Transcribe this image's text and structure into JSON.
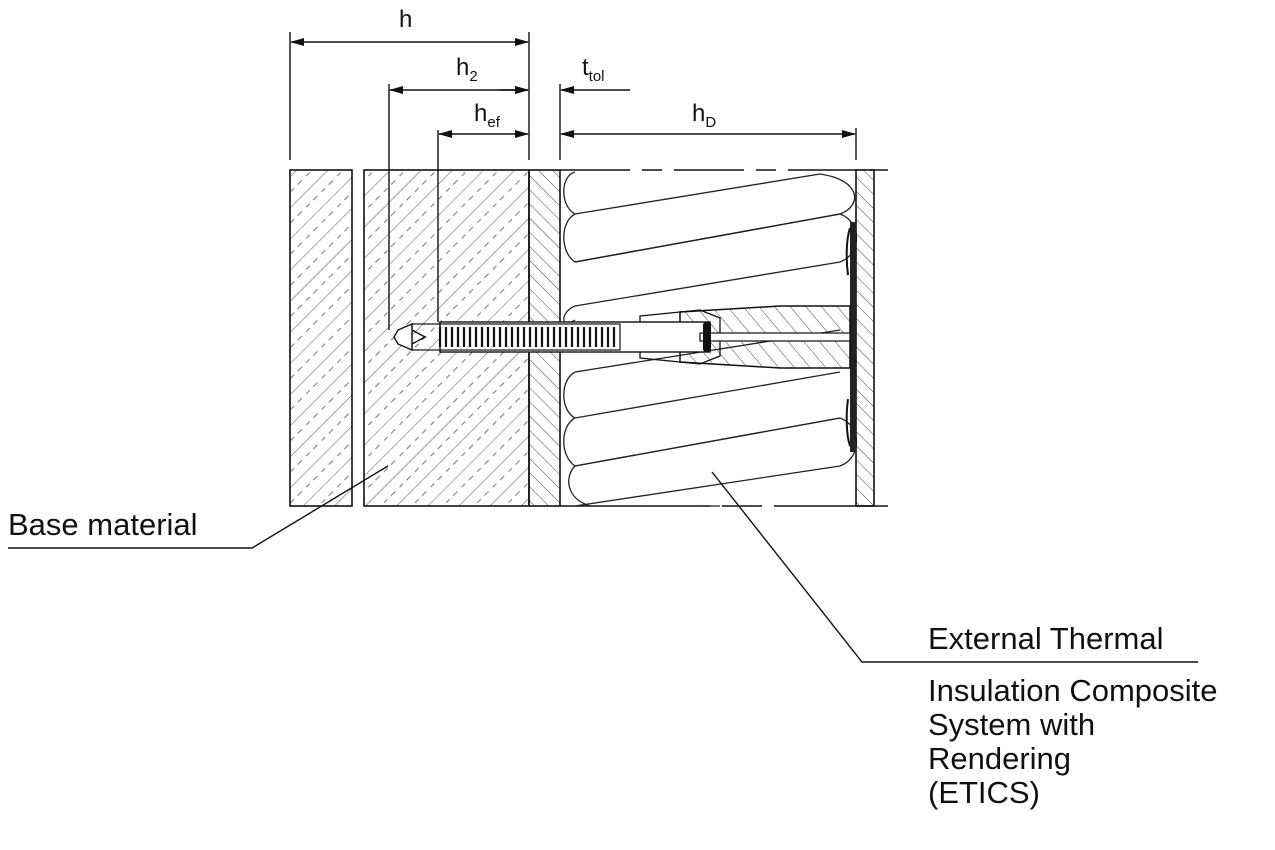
{
  "diagram": {
    "dimensions": {
      "h": {
        "main": "h",
        "sub": ""
      },
      "h2": {
        "main": "h",
        "sub": "2"
      },
      "h_ef": {
        "main": "h",
        "sub": "ef"
      },
      "t_tol": {
        "main": "t",
        "sub": "tol"
      },
      "h_D": {
        "main": "h",
        "sub": "D"
      }
    },
    "callouts": {
      "base_material": "Base material",
      "etics_line1": "External Thermal",
      "etics_line2": "Insulation Composite",
      "etics_line3": "System with",
      "etics_line4": "Rendering",
      "etics_line5": "(ETICS)"
    },
    "colors": {
      "ink": "#111111",
      "hatch": "#444444",
      "background": "#ffffff"
    }
  }
}
